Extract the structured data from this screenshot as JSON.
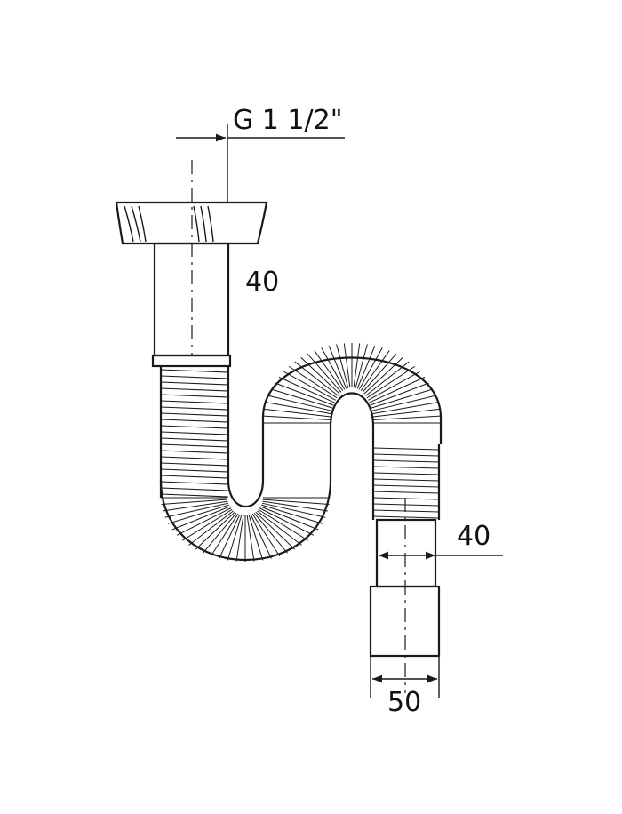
{
  "labels": {
    "thread_size": "G 1 1/2\"",
    "inlet_diameter": "40",
    "outlet_diameter": "40",
    "outlet_socket": "50"
  }
}
